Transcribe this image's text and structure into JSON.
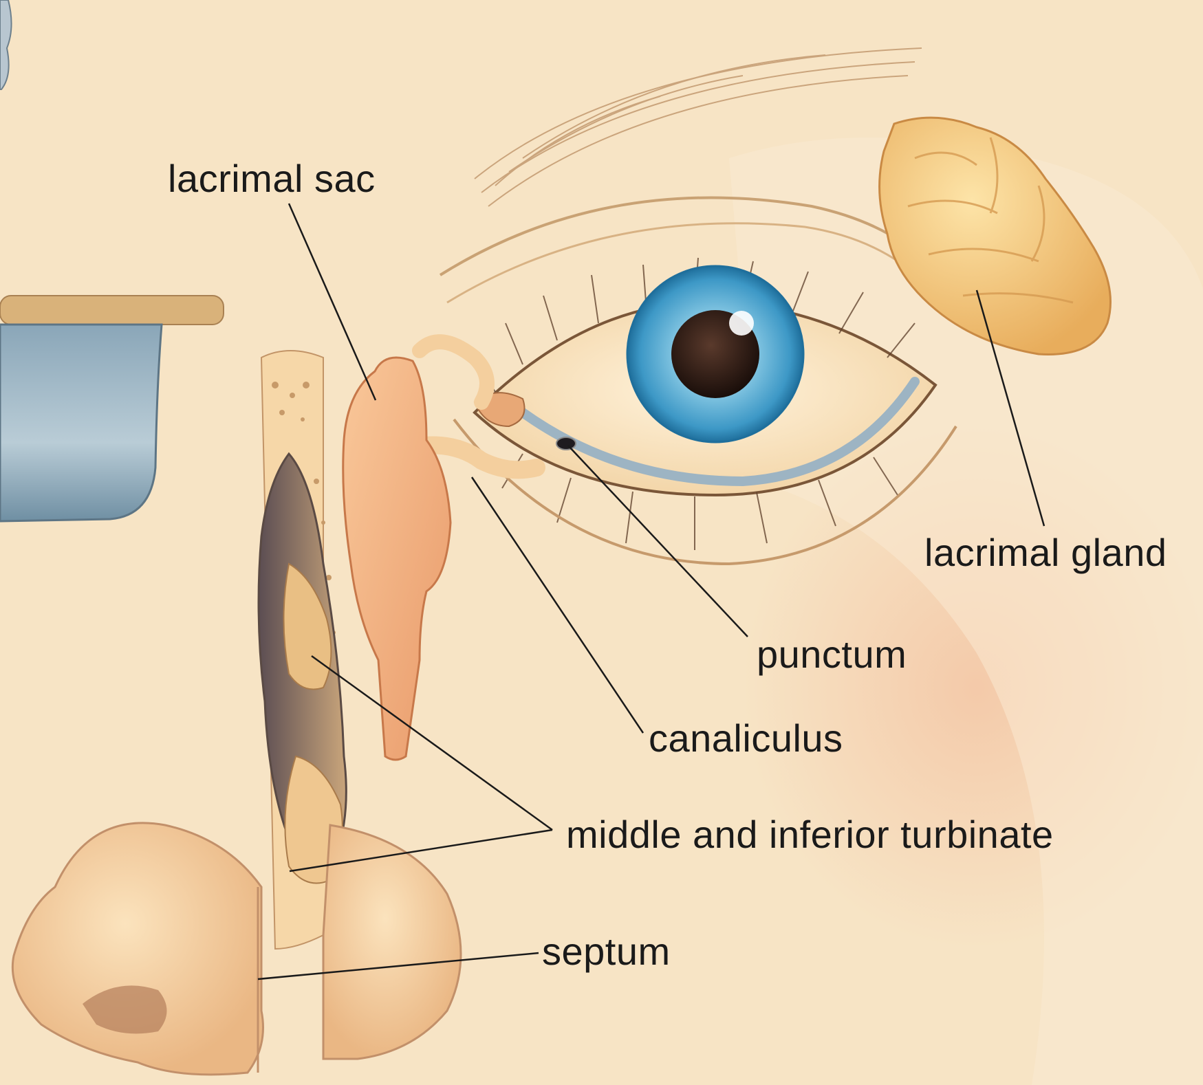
{
  "labels": {
    "lacrimal_sac": "lacrimal sac",
    "lacrimal_gland": "lacrimal gland",
    "punctum": "punctum",
    "canaliculus": "canaliculus",
    "turbinate": "middle and inferior turbinate",
    "septum": "septum"
  },
  "colors": {
    "skin": "#f7e4c5",
    "iris": "#3d98c6",
    "pupil": "#2a1812",
    "gland": "#f2c878",
    "sac": "#f0b07c",
    "leader_line": "#1a1a1a"
  }
}
